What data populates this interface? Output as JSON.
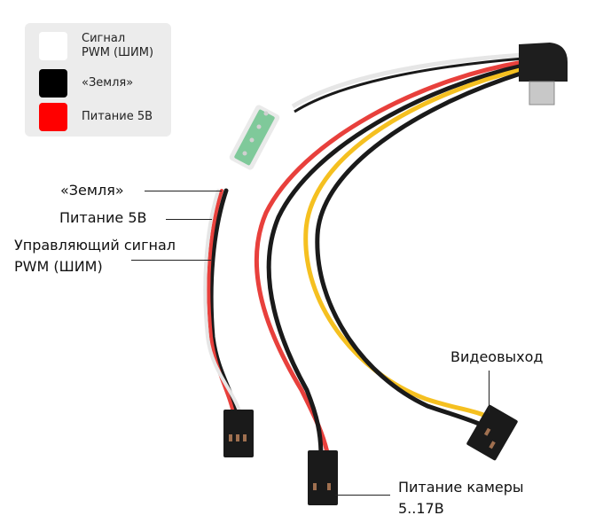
{
  "legend": {
    "items": [
      {
        "label_line1": "Сигнал",
        "label_line2": "PWM (ШИМ)",
        "color": "#ffffff"
      },
      {
        "label": "«Земля»",
        "color": "#000000"
      },
      {
        "label": "Питание 5В",
        "color": "#ff0000"
      }
    ]
  },
  "callouts": {
    "ground": "«Земля»",
    "power5v": "Питание 5В",
    "signal_line1": "Управляющий сигнал",
    "signal_line2": "PWM (ШИМ)",
    "video_out": "Видеовыход",
    "camera_power_line1": "Питание камеры",
    "camera_power_line2": "5..17В"
  },
  "wire_colors": {
    "white": "#f2f2f2",
    "black": "#1a1a1a",
    "red": "#e8403c",
    "yellow": "#f5c020",
    "pcb": "#7fc99a"
  }
}
